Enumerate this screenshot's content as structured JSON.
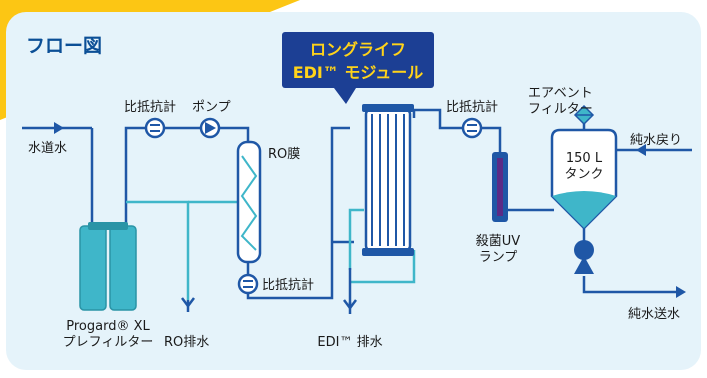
{
  "title": "フロー図",
  "callout": {
    "line1": "ロングライフ",
    "line2": "EDI™ モジュール"
  },
  "labels": {
    "feed_water": "水道水",
    "flowmeter_1": "比抵抗計",
    "pump": "ポンプ",
    "ro_membrane": "RO膜",
    "flowmeter_2": "比抵抗計",
    "prefilter_line1": "Progard® XL",
    "prefilter_line2": "プレフィルター",
    "ro_drain": "RO排水",
    "edi_drain": "EDI™ 排水",
    "flowmeter_3": "比抵抗計",
    "uv_line1": "殺菌UV",
    "uv_line2": "ランプ",
    "vent_line1": "エアベント",
    "vent_line2": "フィルター",
    "tank_line1": "150 L",
    "tank_line2": "タンク",
    "return_water": "純水戻り",
    "product_water": "純水送水"
  },
  "colors": {
    "background_yellow": "#fcc614",
    "panel": "#e5f3fa",
    "dark_blue": "#1f57a6",
    "cyan": "#3fb6c9",
    "flow_arrow": "#1f57a6",
    "title": "#0b4f96",
    "callout_bg": "#1c3f94",
    "callout_text": "#ffd31a",
    "uv_purple": "#5b2a86"
  }
}
